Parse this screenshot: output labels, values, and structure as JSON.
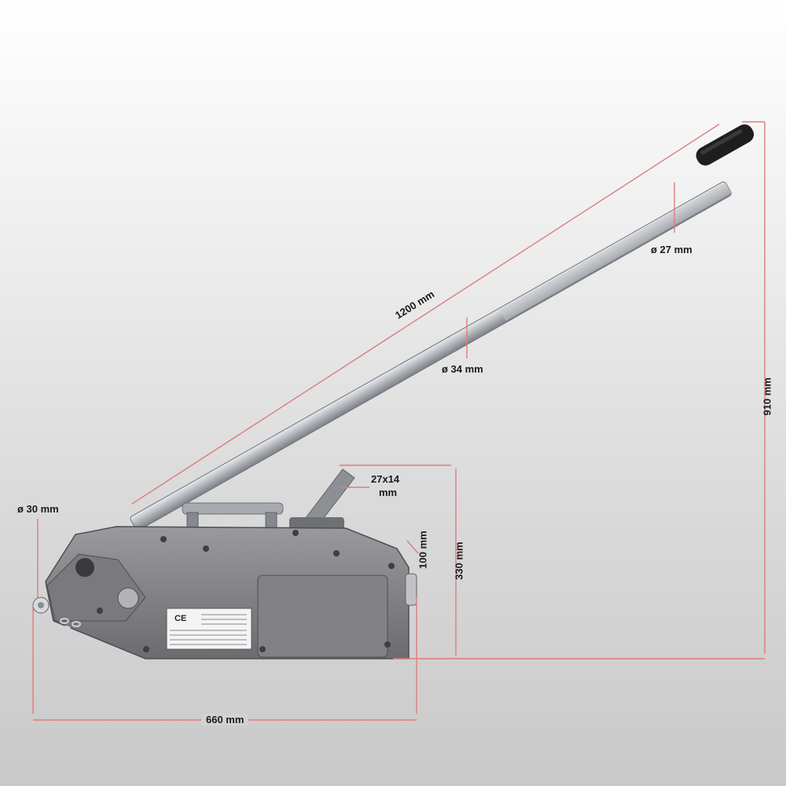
{
  "colors": {
    "dimension_line": "#e07b7b",
    "leader_line": "#d96a6a",
    "housing": "#7d7d80",
    "housing_dark": "#5a5a5d",
    "handle": "#b9bcc0",
    "grip": "#1e1e1e"
  },
  "dimensions": {
    "handle_length": "1200 mm",
    "handle_dia_tip": "ø 27 mm",
    "handle_dia_mid": "ø 34 mm",
    "total_height": "910 mm",
    "pin_dia": "ø 30 mm",
    "lever_section_line1": "27x14",
    "lever_section_line2": "mm",
    "body_height": "330 mm",
    "end_width": "100 mm",
    "body_length": "660 mm"
  },
  "nameplate": {
    "ce_mark": "CE"
  }
}
